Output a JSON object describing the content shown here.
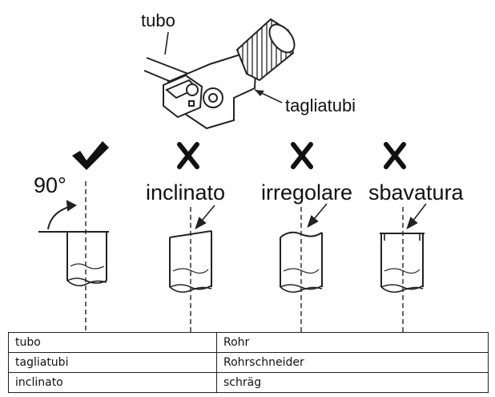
{
  "labels": {
    "tube": "tubo",
    "cutter": "tagliatubi",
    "angle": "90°",
    "inclined": "inclinato",
    "irregular": "irregolare",
    "burr": "sbavatura"
  },
  "marks": {
    "ok_icon": "check-mark-icon",
    "bad_icon": "cross-mark-icon",
    "ok_color": "#111111",
    "bad_color": "#111111"
  },
  "glossary": {
    "rows": [
      {
        "it": "tubo",
        "de": "Rohr"
      },
      {
        "it": "tagliatubi",
        "de": "Rohrschneider"
      },
      {
        "it": "inclinato",
        "de": "schräg"
      }
    ]
  }
}
